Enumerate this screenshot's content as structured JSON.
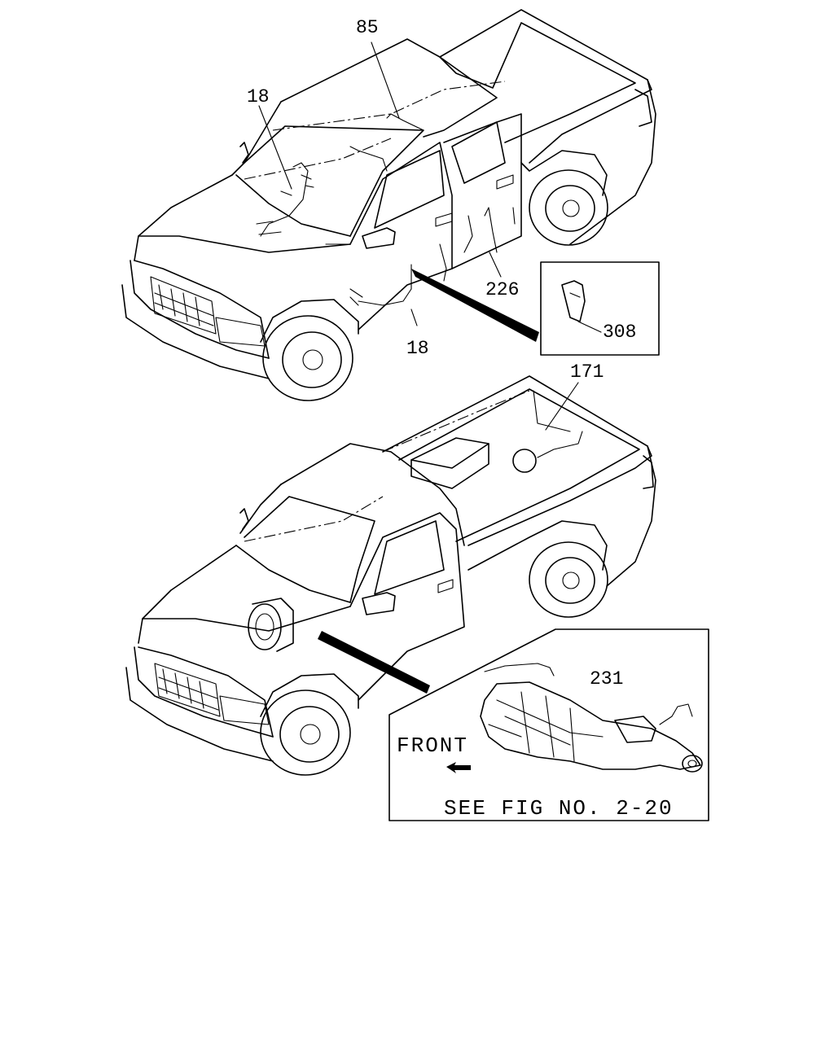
{
  "callouts": {
    "c85": "85",
    "c18_top": "18",
    "c18_bottom": "18",
    "c226": "226",
    "c308": "308",
    "c171": "171",
    "c231": "231"
  },
  "inset": {
    "front_label": "FRONT",
    "see_fig": "SEE FIG NO. 2-20"
  }
}
